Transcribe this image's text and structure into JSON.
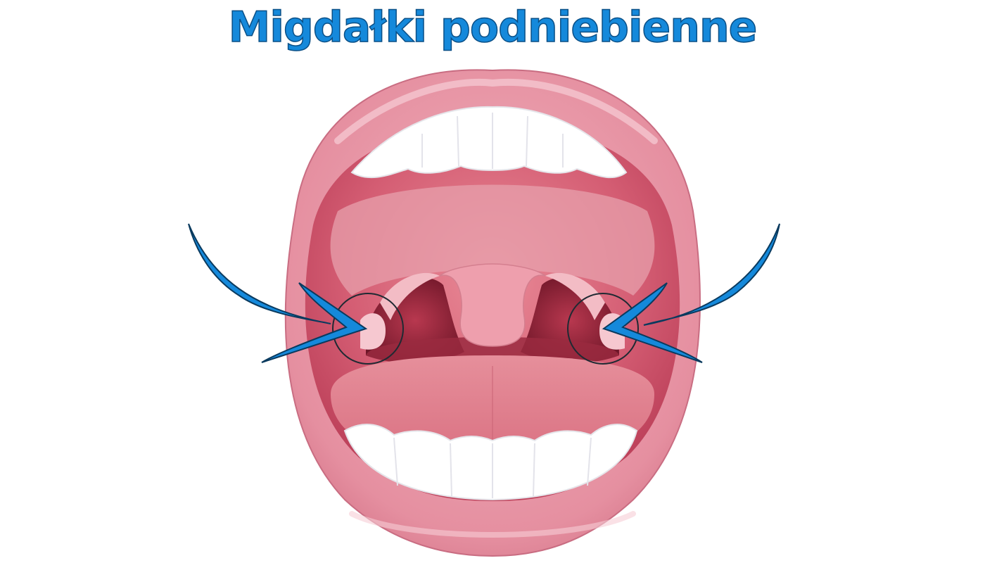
{
  "title": "Migdałki podniebienne",
  "colors": {
    "title": "#1589db",
    "arrow": "#1589db",
    "arrow_outline": "#0a3a5e",
    "lip": "#e79aa9",
    "lip_highlight": "#f6c5cf",
    "mouth_inner": "#c9495f",
    "throat": "#8a1f32",
    "tongue": "#e59ba5",
    "uvula": "#f0a9b4",
    "teeth": "#ffffff"
  },
  "icons": {
    "mouth": "open-mouth-illustration",
    "left_pointer": "curved-arrow-right-icon",
    "right_pointer": "curved-arrow-left-icon",
    "left_marker": "circle-marker",
    "right_marker": "circle-marker"
  }
}
